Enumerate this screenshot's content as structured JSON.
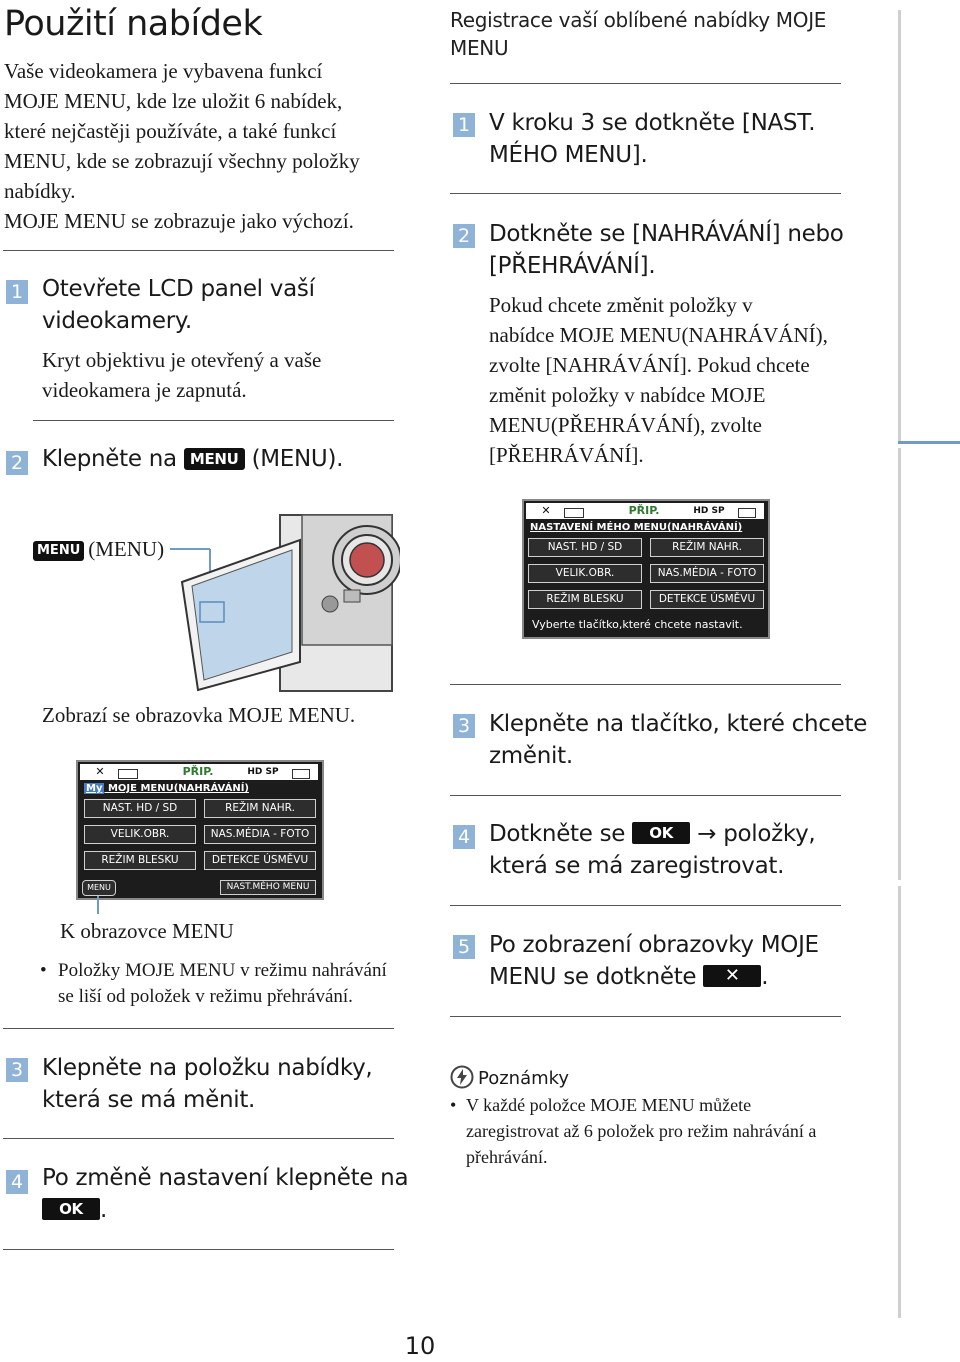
{
  "page": {
    "title": "Použití nabídek",
    "intro": [
      "Vaše videokamera je vybavena funkcí",
      "MOJE MENU, kde lze uložit 6 nabídek,",
      "které nejčastěji používáte, a také funkcí",
      "MENU, kde se zobrazují všechny položky",
      "nabídky.",
      "MOJE MENU se zobrazuje jako výchozí."
    ],
    "page_number": "10"
  },
  "left": {
    "step1": {
      "num": "1",
      "lines": [
        "Otevřete LCD panel vaší",
        "videokamery."
      ],
      "note": [
        "Kryt objektivu je otevřený a vaše",
        "videokamera je zapnutá."
      ]
    },
    "step2": {
      "num": "2",
      "prefix": "Klepněte na",
      "badge": "MENU",
      "suffix": "(MENU)."
    },
    "callout": {
      "badge": "MENU",
      "text": "(MENU)"
    },
    "caption": "Zobrazí se obrazovka MOJE MENU.",
    "screen": {
      "x_label": "✕",
      "mode": "PŘIP.",
      "quality": "HD SP",
      "header_tag": "My",
      "header": "MOJE MENU(NAHRÁVÁNÍ)",
      "buttons": [
        "NAST. HD / SD",
        "REŽIM NAHR.",
        "VELIK.OBR.",
        "NAS.MÉDIA - FOTO",
        "REŽIM BLESKU",
        "DETEKCE ÚSMĚVU"
      ],
      "menu_icon": "MENU",
      "bottom_button": "NAST.MÉHO MENU"
    },
    "to_menu": "K obrazovce MENU",
    "bullet": [
      "Položky MOJE MENU v režimu nahrávání",
      "se liší od položek v režimu přehrávání."
    ],
    "step3": {
      "num": "3",
      "lines": [
        "Klepněte na položku nabídky,",
        "která se má měnit."
      ]
    },
    "step4": {
      "num": "4",
      "line": "Po změně nastavení klepněte na",
      "badge": "OK",
      "suffix": "."
    }
  },
  "right": {
    "heading": [
      "Registrace vaší oblíbené nabídky MOJE",
      "MENU"
    ],
    "step1": {
      "num": "1",
      "lines": [
        "V kroku 3 se dotkněte [NAST.",
        "MÉHO MENU]."
      ]
    },
    "step2": {
      "num": "2",
      "lines": [
        "Dotkněte se [NAHRÁVÁNÍ] nebo",
        "[PŘEHRÁVÁNÍ]."
      ],
      "note": [
        "Pokud chcete změnit položky v",
        "nabídce MOJE MENU(NAHRÁVÁNÍ),",
        "zvolte [NAHRÁVÁNÍ]. Pokud chcete",
        "změnit položky v nabídce MOJE",
        "MENU(PŘEHRÁVÁNÍ), zvolte",
        "[PŘEHRÁVÁNÍ]."
      ]
    },
    "screen": {
      "x_label": "✕",
      "mode": "PŘIP.",
      "quality": "HD SP",
      "header": "NASTAVENÍ MÉHO MENU(NAHRÁVÁNÍ)",
      "buttons": [
        "NAST. HD / SD",
        "REŽIM NAHR.",
        "VELIK.OBR.",
        "NAS.MÉDIA - FOTO",
        "REŽIM BLESKU",
        "DETEKCE ÚSMĚVU"
      ],
      "footer": "Vyberte tlačítko,které chcete nastavit."
    },
    "step3": {
      "num": "3",
      "lines": [
        "Klepněte na tlačítko, které chcete",
        "změnit."
      ]
    },
    "step4": {
      "num": "4",
      "prefix": "Dotkněte se",
      "badge": "OK",
      "arrow": "→",
      "suffix": "položky,",
      "line2": "která se má zaregistrovat."
    },
    "step5": {
      "num": "5",
      "line1": "Po zobrazení obrazovky MOJE",
      "prefix": "MENU se dotkněte",
      "badge": "✕",
      "suffix": "."
    },
    "notes": {
      "title": "Poznámky",
      "bullet": [
        "V každé položce MOJE MENU můžete",
        "zaregistrovat až 6 položek pro režim nahrávání a",
        "přehrávání."
      ]
    }
  }
}
